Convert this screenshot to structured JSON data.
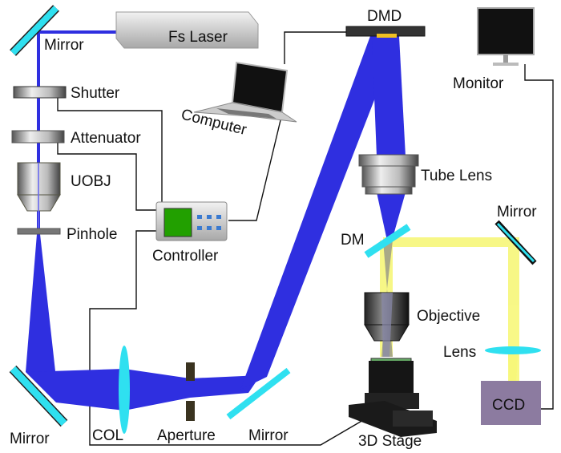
{
  "labels": {
    "fs_laser": "Fs Laser",
    "mirror_top": "Mirror",
    "shutter": "Shutter",
    "attenuator": "Attenuator",
    "uobj": "UOBJ",
    "pinhole": "Pinhole",
    "computer": "Computer",
    "controller": "Controller",
    "dmd": "DMD",
    "monitor": "Monitor",
    "tube_lens": "Tube Lens",
    "dm": "DM",
    "mirror_right": "Mirror",
    "objective": "Objective",
    "lens": "Lens",
    "ccd": "CCD",
    "mirror_bottom_left": "Mirror",
    "col": "COL",
    "aperture": "Aperture",
    "mirror_bottom": "Mirror",
    "stage": "3D Stage"
  },
  "colors": {
    "laser_beam": "#2f2fe0",
    "imaging_light": "#f7f77a",
    "optic_cyan": "#2fe0f0",
    "ccd": "#8c7ba0",
    "controller_screen": "#22a000"
  }
}
